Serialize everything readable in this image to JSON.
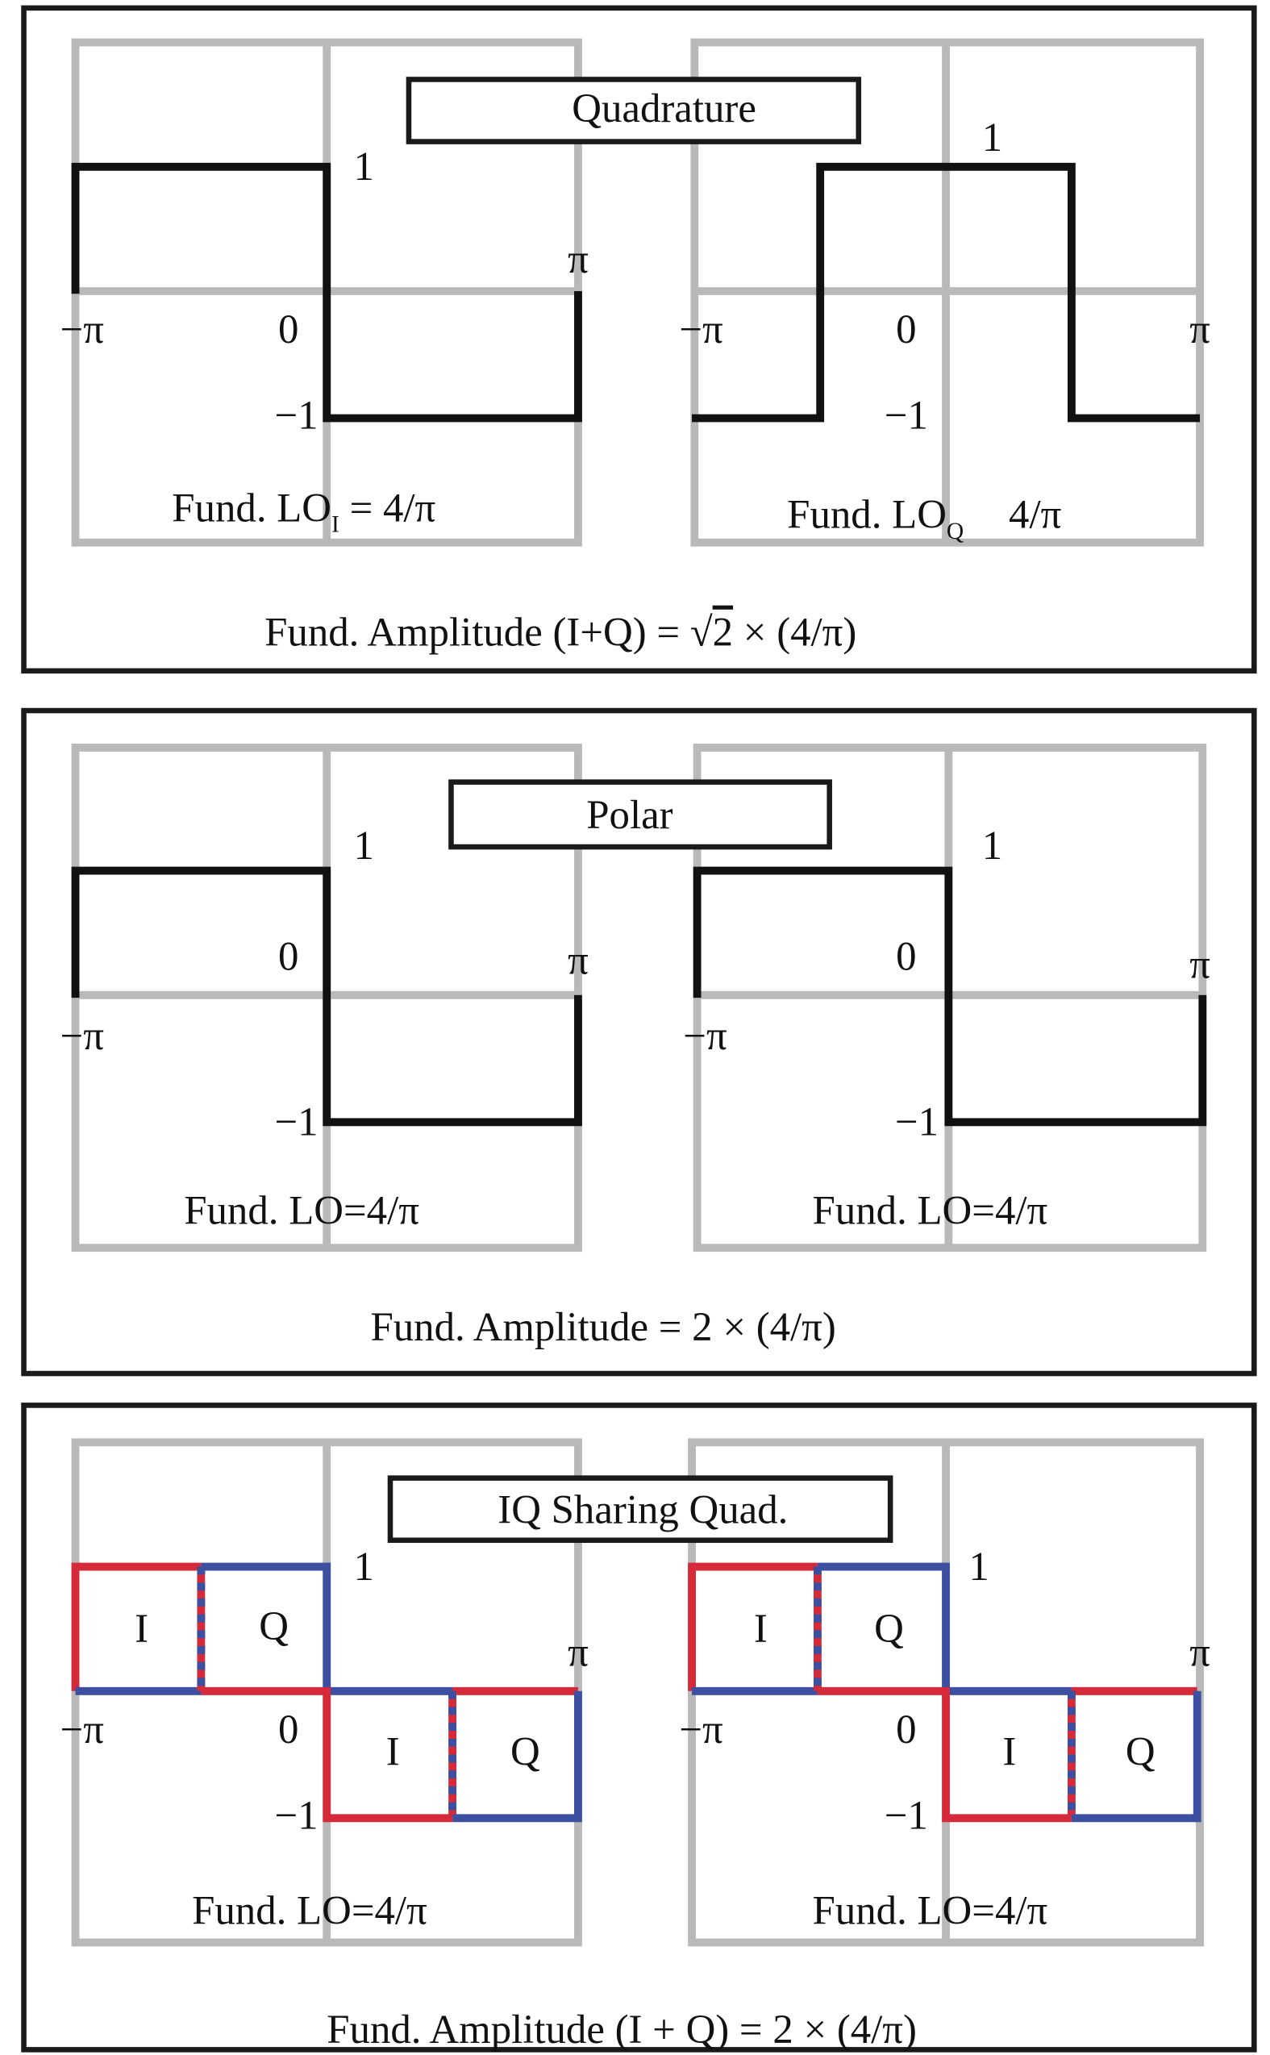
{
  "panels": [
    {
      "title": "Quadrature",
      "left": {
        "y1": "1",
        "pi": "π",
        "neg_pi": "−π",
        "zero": "0",
        "neg1": "−1",
        "caption_main": "Fund. LO",
        "caption_sub": "I",
        "caption_tail": " = 4/π"
      },
      "right": {
        "y1": "1",
        "pi": "π",
        "neg_pi": "−π",
        "zero": "0",
        "neg1": "−1",
        "caption_main": "Fund. LO",
        "caption_sub": "Q",
        "caption_tail": "4/π"
      },
      "footer_pre": "Fund. Amplitude (I+Q) = ",
      "footer_sqrt": "√",
      "footer_num": "2",
      "footer_post": " × (4/π)"
    },
    {
      "title": "Polar",
      "left": {
        "y1": "1",
        "pi": "π",
        "neg_pi": "−π",
        "zero": "0",
        "neg1": "−1",
        "caption": "Fund. LO=4/π"
      },
      "right": {
        "y1": "1",
        "pi": "π",
        "neg_pi": "−π",
        "zero": "0",
        "neg1": "−1",
        "caption": "Fund. LO=4/π"
      },
      "footer": "Fund. Amplitude = 2 × (4/π)"
    },
    {
      "title": "IQ Sharing Quad.",
      "left": {
        "y1": "1",
        "pi": "π",
        "neg_pi": "−π",
        "zero": "0",
        "neg1": "−1",
        "caption": "Fund. LO=4/π",
        "boxes": [
          "I",
          "Q",
          "I",
          "Q"
        ]
      },
      "right": {
        "y1": "1",
        "pi": "π",
        "neg_pi": "−π",
        "zero": "0",
        "neg1": "−1",
        "caption": "Fund. LO=4/π",
        "boxes": [
          "I",
          "Q",
          "I",
          "Q"
        ]
      },
      "footer": "Fund. Amplitude (I + Q) = 2 × (4/π)"
    }
  ],
  "colors": {
    "i_color": "#d42a3a",
    "q_color": "#3d4fa0",
    "grid": "#b9b9b9"
  }
}
